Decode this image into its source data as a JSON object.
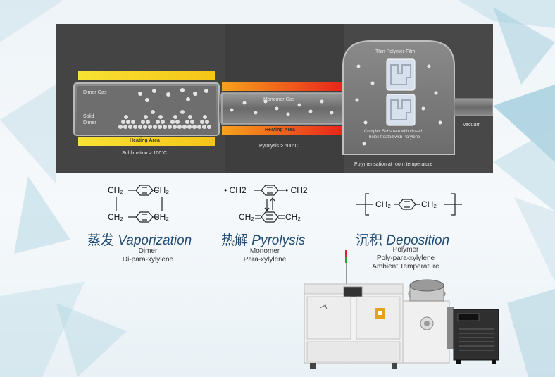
{
  "panel": {
    "dimer_gas": "Dimer Gas",
    "solid_dimer_1": "Solid",
    "solid_dimer_2": "Dimer",
    "heating_area_1": "Heating Area",
    "sublimation": "Sublimation > 100°C",
    "monomer_gas": "Monomer Gas",
    "heating_area_2": "Heating Area",
    "pyrolysis": "Pyrolysis > 500°C",
    "thin_polymer_film": "Thin Polymer Film",
    "complex_substrate_1": "Complex Substrate with closed",
    "complex_substrate_2": "holes treated with Parylene",
    "vacuum": "Vacuum",
    "polymerisation": "Polymerisation at room temperature"
  },
  "chemistry": {
    "ch2": "CH₂",
    "dot_ch2": "• CH2"
  },
  "stages": [
    {
      "cjk": "蒸发",
      "title": "Vaporization",
      "line1": "Dimer",
      "line2": "Di-para-xylylene",
      "line3": ""
    },
    {
      "cjk": "热解",
      "title": "Pyrolysis",
      "line1": "Monomer",
      "line2": "Para-xylylene",
      "line3": ""
    },
    {
      "cjk": "沉积",
      "title": "Deposition",
      "line1": "Polymer",
      "line2": "Poly-para-xylylene",
      "line3": "Ambient Temperature"
    }
  ],
  "colors": {
    "title_blue": "#1f4a72",
    "heating_yellow": "#f7d21c",
    "heating_red": "#e8261c",
    "accent_teal": "#7fc4d6"
  }
}
